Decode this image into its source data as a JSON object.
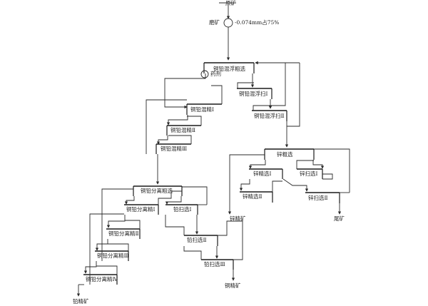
{
  "labels": {
    "feed": "原矿",
    "grinding": "磨矿",
    "fineness": "-0.074mm占75%",
    "cu_pb_rougher": "铜铅混浮粗选",
    "reagent": "药剂",
    "cu_pb_scav1": "铜铅混浮扫Ⅰ",
    "cu_pb_scav2": "铜铅混浮扫Ⅱ",
    "cu_pb_clean1": "铜铅混精Ⅰ",
    "cu_pb_clean2": "铜铅混精Ⅱ",
    "cu_pb_clean3": "铜铅混精Ⅲ",
    "zn_rougher": "锌粗选",
    "zn_clean1": "锌精选Ⅰ",
    "zn_clean2": "锌精选Ⅱ",
    "zn_scav1": "锌扫选Ⅰ",
    "zn_scav2": "锌扫选Ⅱ",
    "zn_conc": "锌精矿",
    "tailings": "尾矿",
    "sep_rougher": "铜铅分离粗选",
    "sep_clean1": "铜铅分离精Ⅰ",
    "sep_clean2": "铜铅分离精Ⅱ",
    "sep_clean3": "铜铅分离精Ⅲ",
    "sep_clean4": "铜铅分离精Ⅳ",
    "cu_scav1": "铅扫选Ⅰ",
    "cu_scav2": "铅扫选Ⅱ",
    "cu_scav3": "铅扫选Ⅲ",
    "pb_conc": "铅精矿",
    "cu_conc": "铜精矿"
  }
}
